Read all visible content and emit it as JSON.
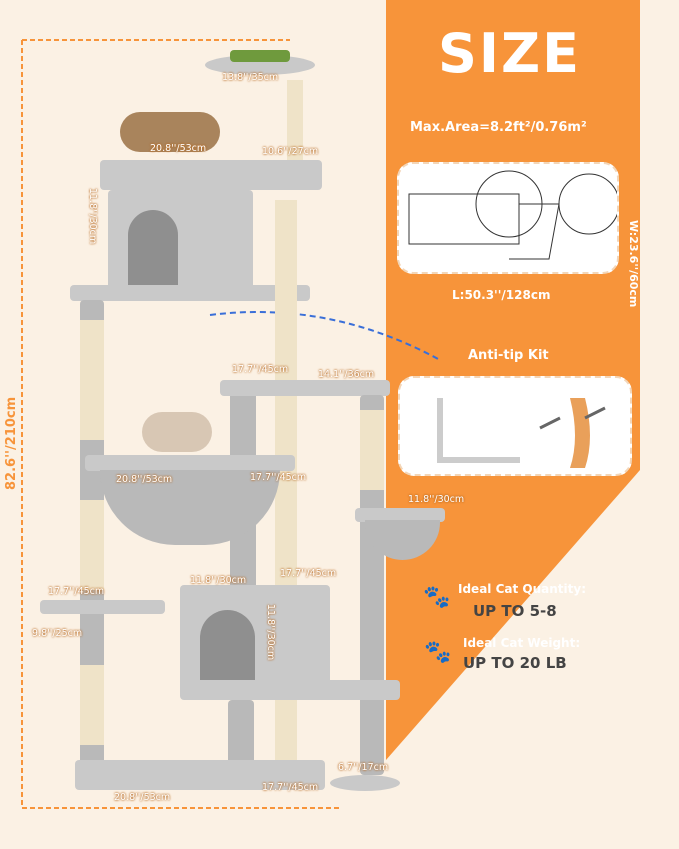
{
  "title": "SIZE",
  "max_area": "Max.Area=8.2ft²/0.76m²",
  "footprint": {
    "length": "L:50.3''/128cm",
    "width": "W:23.6''/60cm"
  },
  "anti_tip": {
    "title": "Anti-tip Kit"
  },
  "quantity": {
    "label": "Ideal Cat Quantity:",
    "value": "UP TO 5-8"
  },
  "weight": {
    "label": "Ideal Cat Weight:",
    "value": "UP TO 20 LB"
  },
  "total_height": "82.6''/210cm",
  "dims": [
    "13.8''/35cm",
    "20.8''/53cm",
    "10.6''/27cm",
    "11.8''/30cm",
    "17.7''/45cm",
    "14.1''/36cm",
    "20.8''/53cm",
    "17.7''/45cm",
    "11.8''/30cm",
    "11.8''/30cm",
    "17.7''/45cm",
    "17.7''/45cm",
    "9.8''/25cm",
    "11.8''/30cm",
    "6.7''/17cm",
    "20.8''/53cm",
    "17.7''/45cm"
  ],
  "colors": {
    "accent": "#f7943a",
    "background": "#fbf1e4",
    "tree": "#c9c9c9"
  }
}
